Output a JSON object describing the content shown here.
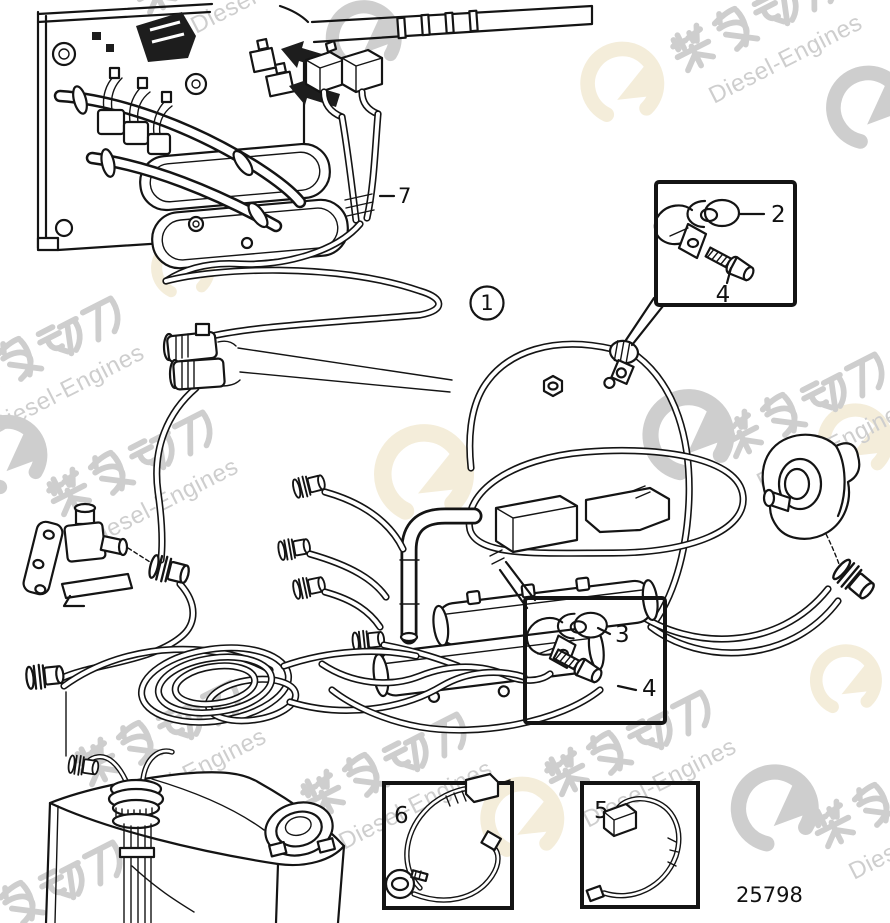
{
  "diagram": {
    "type": "exploded-parts-diagram",
    "part_number": "25798",
    "callouts": {
      "c1": "1",
      "c2": "2",
      "c3": "3",
      "c4": "4",
      "c5": "5",
      "c6": "6",
      "c7": "7"
    },
    "watermark": {
      "cn": "柴发动力",
      "en": "Diesel-Engines"
    },
    "colors": {
      "line": "#141414",
      "watermark_gray": "#cecece",
      "watermark_cream": "#f4edda",
      "background": "#ffffff"
    }
  }
}
